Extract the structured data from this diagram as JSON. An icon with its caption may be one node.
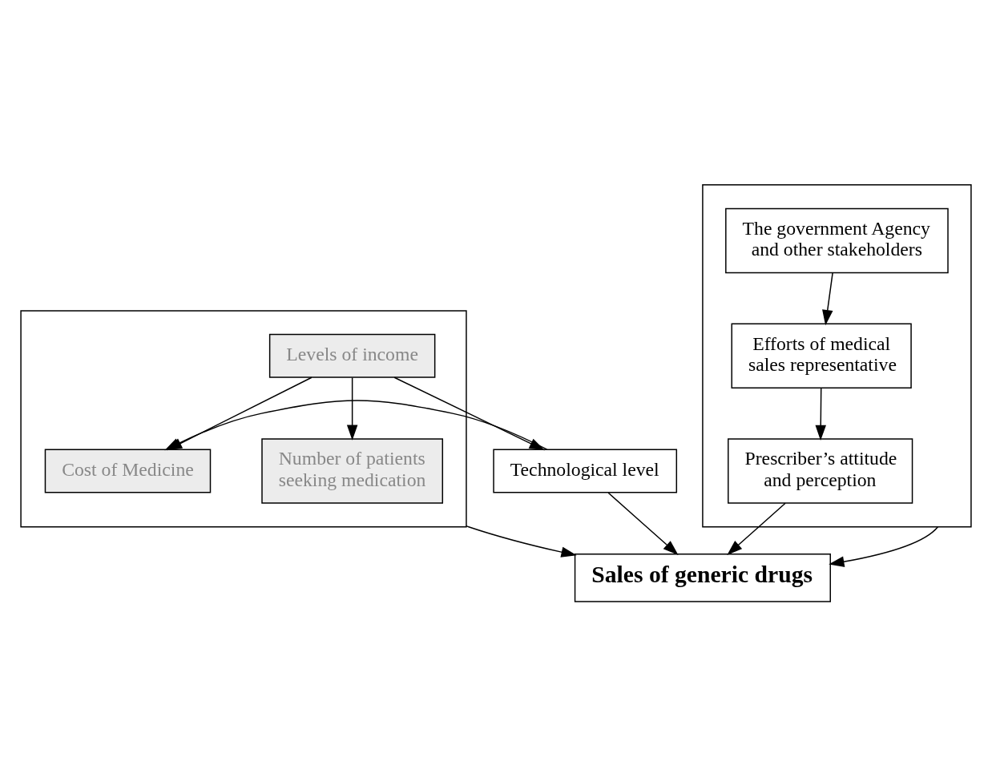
{
  "diagram": {
    "nodes": [
      {
        "text": [],
        "shape": "box"
      },
      {
        "text": [
          "Cost of Medicine"
        ],
        "in": 0
      },
      {
        "text": [
          "Levels of income"
        ],
        "in": 0
      },
      {
        "text": [
          "Number of patients seeking medication"
        ],
        "in": 0
      },
      {
        "text": [
          "Technological level"
        ]
      },
      {
        "text": [],
        "shape": "box"
      },
      {
        "text": [
          "Prescriber’s attitude and perception"
        ],
        "in": 5
      },
      {
        "text": [
          "Efforts of medical sales representative"
        ],
        "in": 5
      },
      {
        "text": [
          "The government Agency and other stakeholders"
        ],
        "in": 5
      },
      {
        "text": [
          "Sales of generic drugs"
        ]
      }
    ],
    "edges": [
      {
        "from": 4,
        "to": 1,
        "arrow": "to"
      },
      {
        "from": 2,
        "to": 1,
        "arrow": "to"
      },
      {
        "from": 2,
        "to": 3,
        "arrow": "to"
      },
      {
        "from": 2,
        "to": 4,
        "arrow": "to"
      },
      {
        "from": 4,
        "to": 9,
        "arrow": "to"
      },
      {
        "from": 6,
        "to": 9,
        "arrow": "to"
      },
      {
        "from": 7,
        "to": 6,
        "arrow": "to"
      },
      {
        "from": 8,
        "to": 7,
        "arrow": "to"
      },
      {
        "from": 0,
        "to": 9,
        "arrow": "to"
      },
      {
        "from": 5,
        "to": 9,
        "arrow": "to"
      }
    ]
  }
}
